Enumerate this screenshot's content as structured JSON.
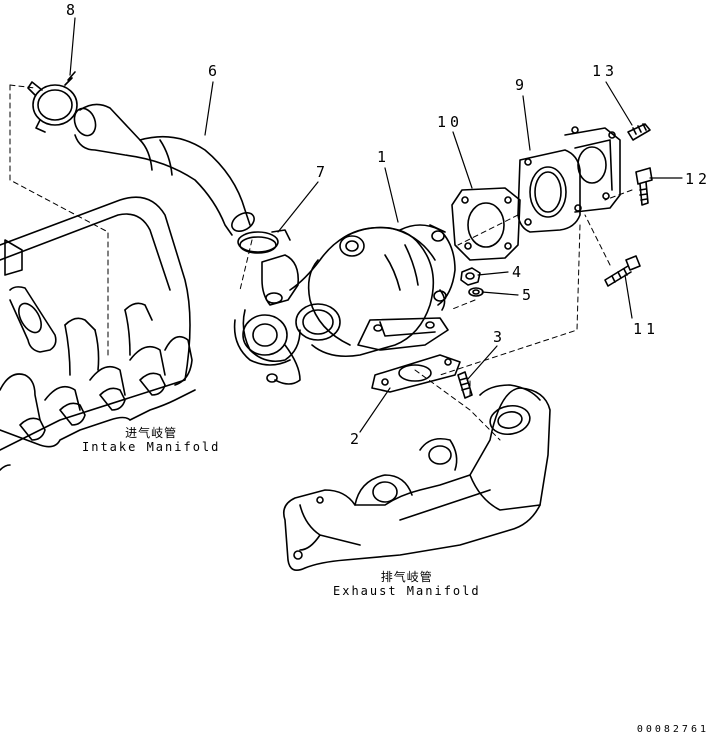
{
  "diagram": {
    "callouts": [
      {
        "id": "8",
        "text": "8"
      },
      {
        "id": "6",
        "text": "6"
      },
      {
        "id": "9",
        "text": "9"
      },
      {
        "id": "13",
        "text": "13"
      },
      {
        "id": "10",
        "text": "10"
      },
      {
        "id": "1",
        "text": "1"
      },
      {
        "id": "7",
        "text": "7"
      },
      {
        "id": "12",
        "text": "12"
      },
      {
        "id": "4",
        "text": "4"
      },
      {
        "id": "5",
        "text": "5"
      },
      {
        "id": "11",
        "text": "11"
      },
      {
        "id": "3",
        "text": "3"
      },
      {
        "id": "2",
        "text": "2"
      }
    ],
    "intake_label_cn": "进气岐管",
    "intake_label_en": "Intake Manifold",
    "exhaust_label_cn": "排气岐管",
    "exhaust_label_en": "Exhaust Manifold",
    "reference_number": "00082761"
  }
}
